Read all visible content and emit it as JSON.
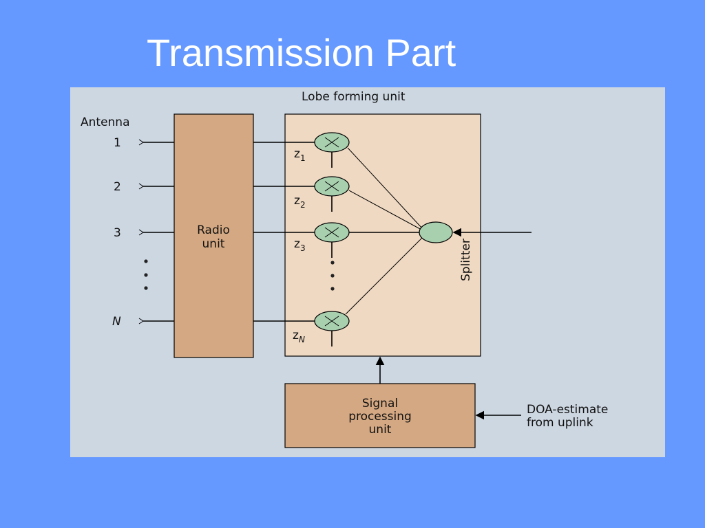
{
  "slide": {
    "title": "Transmission Part",
    "background": "#6699ff"
  },
  "diagram": {
    "lobe_unit_label": "Lobe forming unit",
    "antenna_label": "Antenna",
    "antennas": [
      "1",
      "2",
      "3",
      "N"
    ],
    "radio_unit_line1": "Radio",
    "radio_unit_line2": "unit",
    "weights": [
      {
        "base": "z",
        "sub": "1"
      },
      {
        "base": "z",
        "sub": "2"
      },
      {
        "base": "z",
        "sub": "3"
      },
      {
        "base": "z",
        "sub": "N"
      }
    ],
    "splitter_label": "Splitter",
    "signal_unit_line1": "Signal",
    "signal_unit_line2": "processing",
    "signal_unit_line3": "unit",
    "doa_line1": "DOA-estimate",
    "doa_line2": "from uplink",
    "colors": {
      "panel": "#cdd7e2",
      "box_fill": "#d4a882",
      "lobe_fill": "#efd9c2",
      "node_fill": "#a8cfae"
    }
  }
}
